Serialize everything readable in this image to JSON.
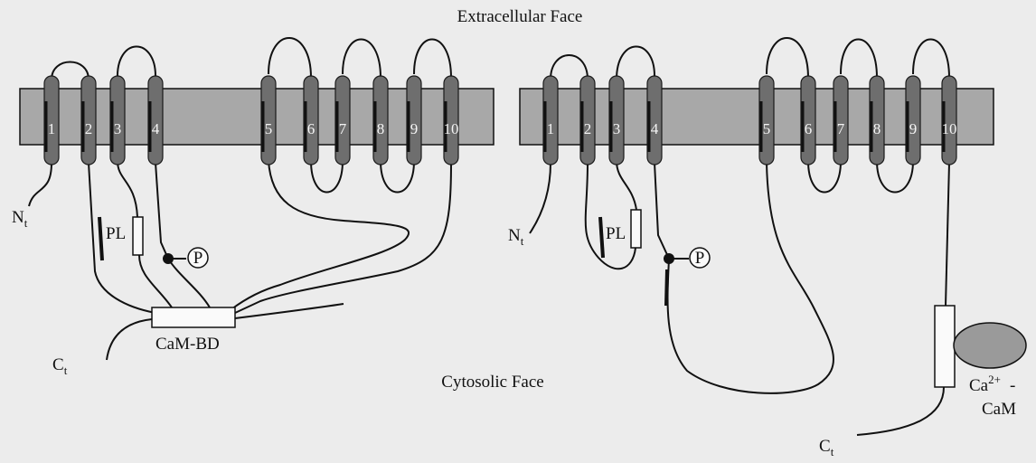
{
  "labels": {
    "extracellular": "Extracellular Face",
    "cytosolic": "Cytosolic Face",
    "n_terminus": "N",
    "n_sub": "t",
    "c_terminus": "C",
    "c_sub": "t",
    "pl": "PL",
    "p": "P",
    "cambd": "CaM-BD",
    "ca_base": "Ca",
    "ca_sup": "2+",
    "ca_dash": "-",
    "cam": "CaM"
  },
  "helices": [
    "1",
    "2",
    "3",
    "4",
    "5",
    "6",
    "7",
    "8",
    "9",
    "10"
  ],
  "colors": {
    "background": "#ececec",
    "membrane": "#a8a8a8",
    "helix": "#6e6e6e",
    "calmodulin": "#9a9a9a",
    "line": "#111111"
  }
}
